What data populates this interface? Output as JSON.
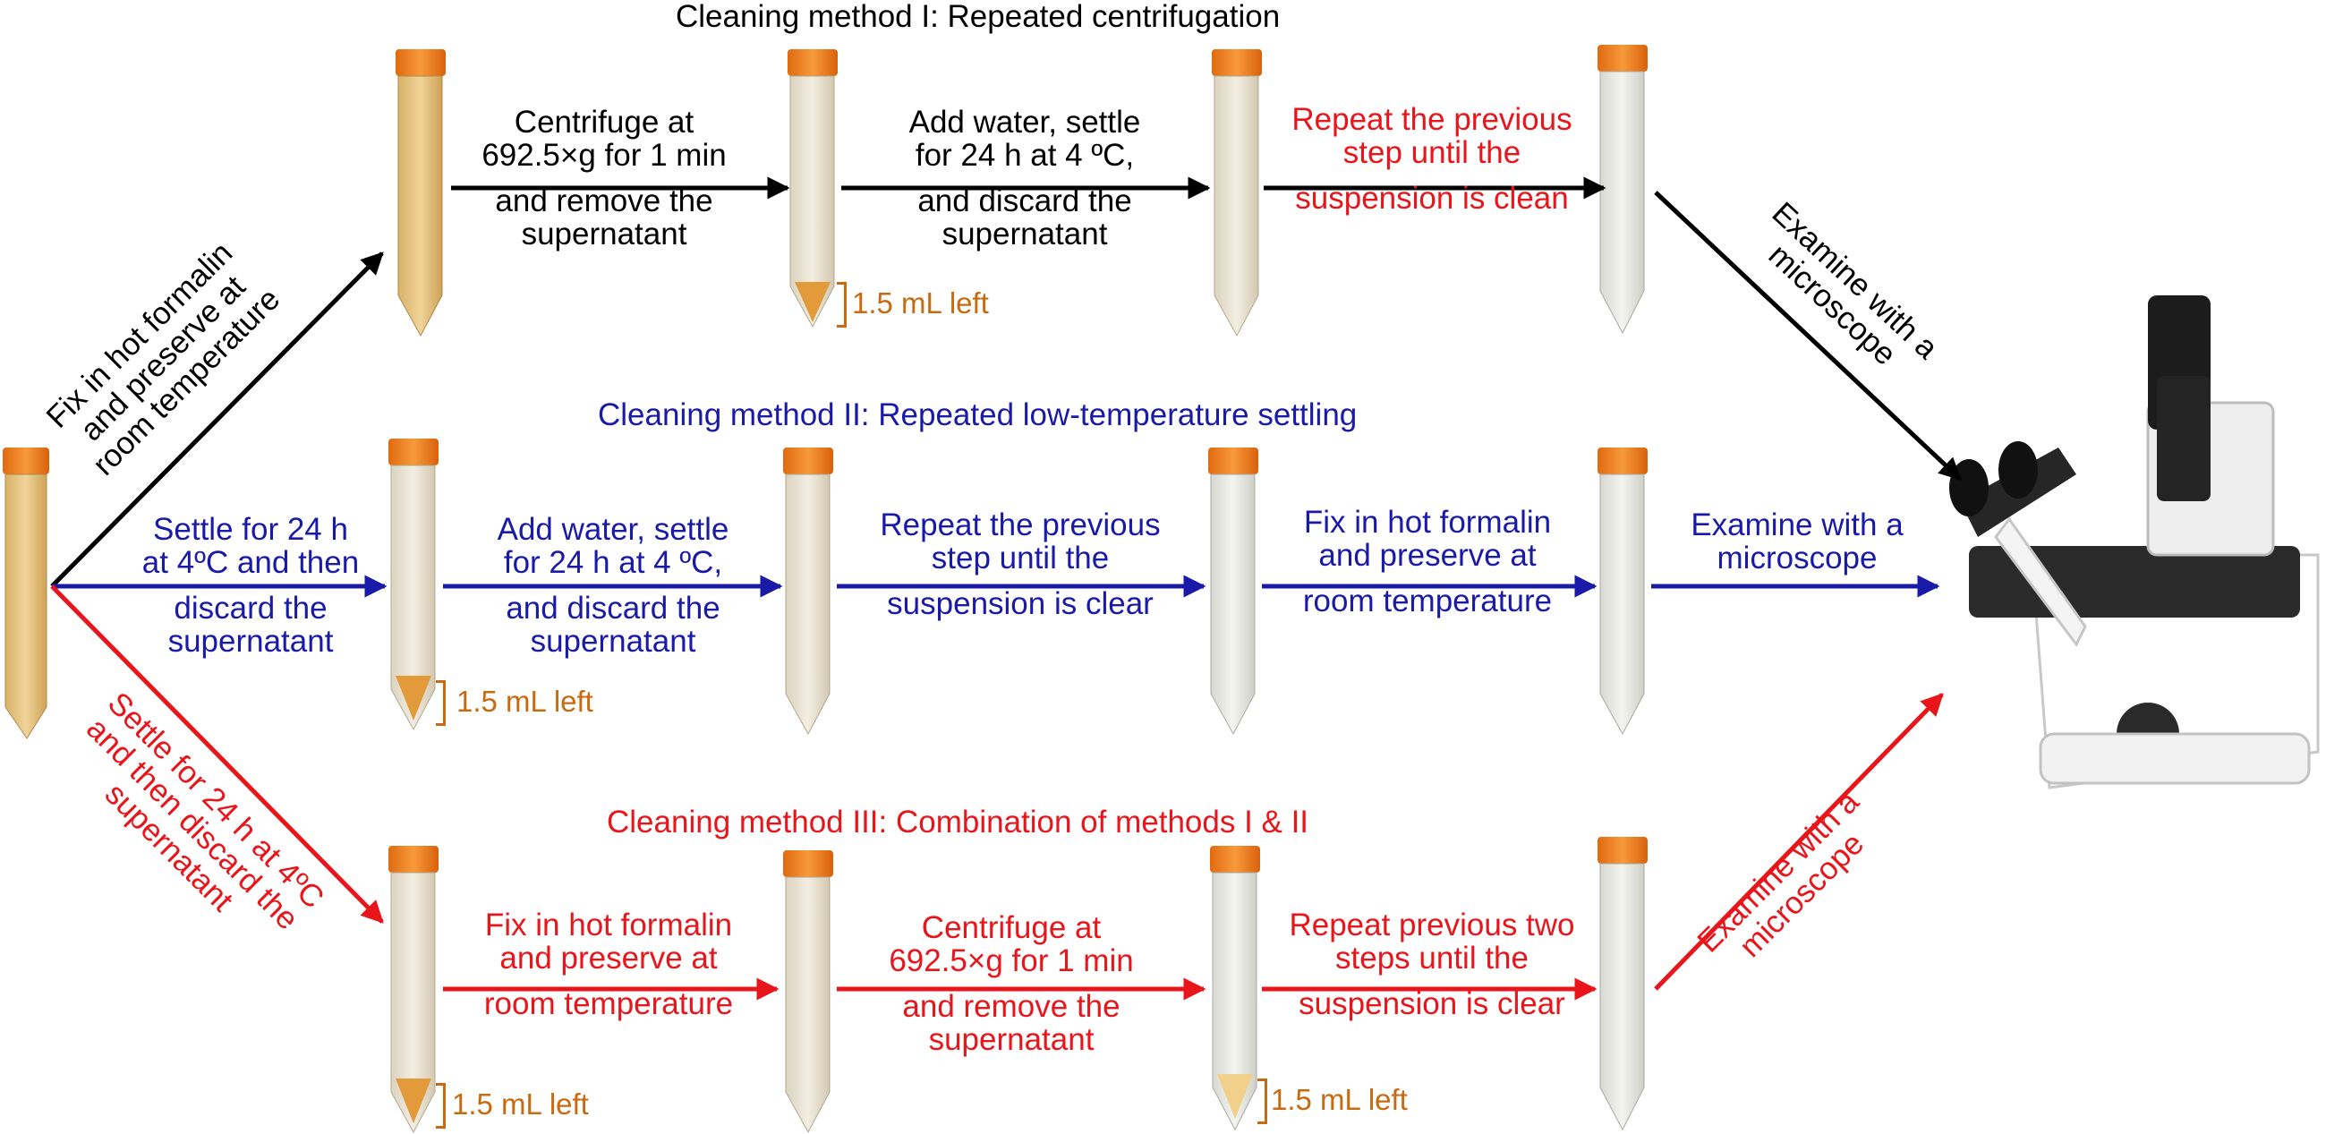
{
  "methods": [
    {
      "title": "Cleaning method I: Repeated centrifugation",
      "steps": [
        {
          "lines": [
            "Centrifuge at",
            "692.5×g for 1 min",
            "and remove the",
            "supernatant"
          ]
        },
        {
          "lines": [
            "Add water, settle",
            "for 24 h at 4 ºC,",
            "and discard the",
            "supernatant"
          ]
        },
        {
          "lines": [
            "Repeat the previous",
            "step until the",
            "suspension is clean"
          ]
        },
        {
          "lines": [
            "Examine with a",
            "microscope"
          ]
        }
      ],
      "entry": {
        "lines": [
          "Fix in hot formalin",
          "and preserve at",
          "room temperature"
        ]
      },
      "volume_label": "1.5 mL left"
    },
    {
      "title": "Cleaning method II: Repeated low-temperature settling",
      "steps": [
        {
          "lines": [
            "Settle for 24 h",
            "at 4ºC and then",
            "discard the",
            "supernatant"
          ]
        },
        {
          "lines": [
            "Add water, settle",
            "for 24 h at 4 ºC,",
            "and discard the",
            "supernatant"
          ]
        },
        {
          "lines": [
            "Repeat the previous",
            "step until the",
            "suspension is clear"
          ]
        },
        {
          "lines": [
            "Fix in hot formalin",
            "and preserve at",
            "room temperature"
          ]
        },
        {
          "lines": [
            "Examine with a",
            "microscope"
          ]
        }
      ],
      "volume_label": "1.5 mL left"
    },
    {
      "title": "Cleaning method III: Combination of methods I & II",
      "entry": {
        "lines": [
          "Settle for 24 h at 4ºC",
          "and then discard the",
          "supernatant"
        ]
      },
      "steps": [
        {
          "lines": [
            "Fix in hot formalin",
            "and preserve at",
            "room temperature"
          ]
        },
        {
          "lines": [
            "Centrifuge at",
            "692.5×g for 1 min",
            "and remove the",
            "supernatant"
          ]
        },
        {
          "lines": [
            "Repeat previous two",
            "steps until the",
            "suspension is clear"
          ]
        },
        {
          "lines": [
            "Examine with a",
            "microscope"
          ]
        }
      ],
      "volume_labels": [
        "1.5 mL left",
        "1.5 mL left"
      ]
    }
  ],
  "colors": {
    "method1": "#000000",
    "method2": "#1a1aa8",
    "method3": "#e8151b",
    "volume": "#c86a0f",
    "tube_cap": "#f07b1a"
  },
  "icons": [
    "centrifuge-tube",
    "microscope"
  ]
}
